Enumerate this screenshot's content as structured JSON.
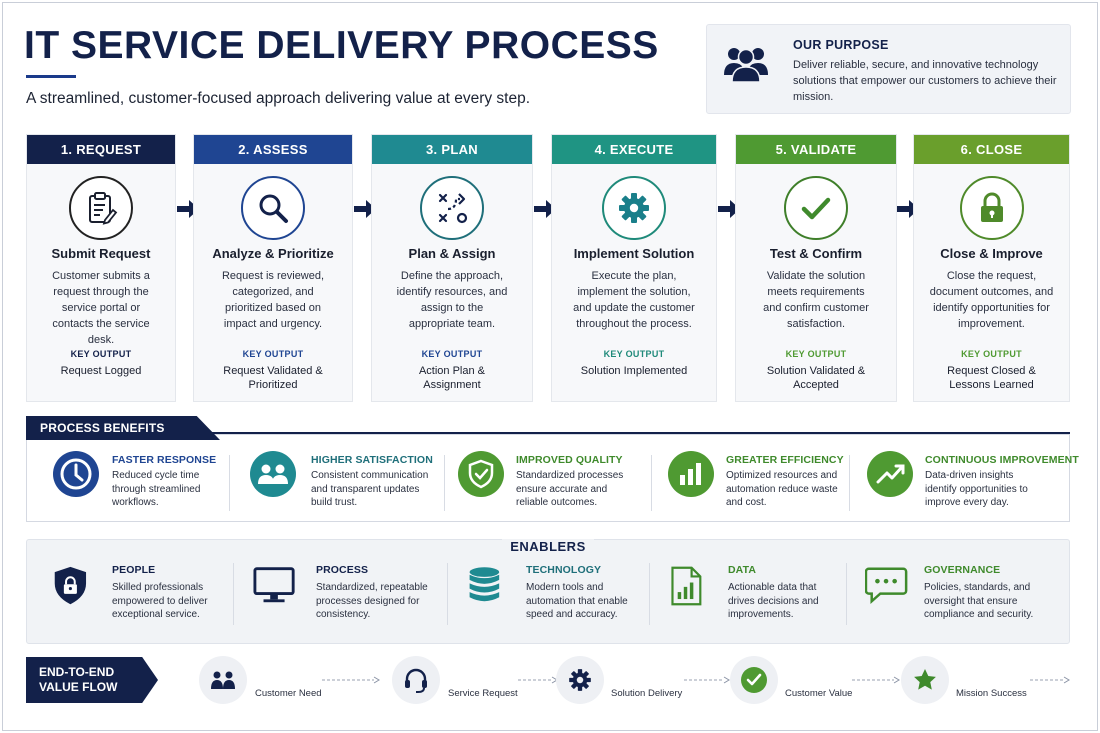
{
  "header": {
    "title": "IT SERVICE DELIVERY PROCESS",
    "subtitle": "A streamlined, customer-focused approach delivering value at every step."
  },
  "purpose": {
    "icon": "people-group-icon",
    "title": "OUR PURPOSE",
    "text": "Deliver reliable, secure, and innovative technology solutions that empower our customers to achieve their mission."
  },
  "steps": [
    {
      "header": "1. REQUEST",
      "color": "#13214a",
      "icon": "clipboard-icon",
      "title": "Submit Request",
      "desc": "Customer submits a request through the service portal or contacts the service desk.",
      "output_label": "KEY OUTPUT",
      "output": "Request Logged"
    },
    {
      "header": "2. ASSESS",
      "color": "#1f4592",
      "icon": "magnifier-icon",
      "title": "Analyze & Prioritize",
      "desc": "Request is reviewed, categorized, and prioritized based on impact and urgency.",
      "output_label": "KEY OUTPUT",
      "output": "Request Validated & Prioritized"
    },
    {
      "header": "3. PLAN",
      "color": "#1f8a91",
      "icon": "strategy-icon",
      "title": "Plan & Assign",
      "desc": "Define the approach, identify resources, and assign to the appropriate team.",
      "output_label": "KEY OUTPUT",
      "output": "Action Plan & Assignment"
    },
    {
      "header": "4. EXECUTE",
      "color": "#1f9483",
      "icon": "gear-icon",
      "title": "Implement Solution",
      "desc": "Execute the plan, implement the solution, and update the customer throughout the process.",
      "output_label": "KEY OUTPUT",
      "output": "Solution Implemented"
    },
    {
      "header": "5. VALIDATE",
      "color": "#4f9a32",
      "icon": "checkmark-icon",
      "title": "Test & Confirm",
      "desc": "Validate the solution meets requirements and confirm customer satisfaction.",
      "output_label": "KEY OUTPUT",
      "output": "Solution Validated & Accepted"
    },
    {
      "header": "6. CLOSE",
      "color": "#6a9f2c",
      "icon": "padlock-icon",
      "title": "Close & Improve",
      "desc": "Close the request, document outcomes, and identify opportunities for improvement.",
      "output_label": "KEY OUTPUT",
      "output": "Request Closed & Lessons Learned"
    }
  ],
  "benefits": {
    "label": "PROCESS BENEFITS",
    "items": [
      {
        "icon": "clock-icon",
        "color": "#1f4592",
        "title": "FASTER RESPONSE",
        "desc": "Reduced cycle time through streamlined workflows."
      },
      {
        "icon": "users-icon",
        "color": "#1f8a91",
        "title": "HIGHER SATISFACTION",
        "desc": "Consistent communication and transparent updates build trust."
      },
      {
        "icon": "shield-check-icon",
        "color": "#4f9a32",
        "title": "IMPROVED QUALITY",
        "desc": "Standardized processes ensure accurate and reliable outcomes."
      },
      {
        "icon": "bar-chart-icon",
        "color": "#4f9a32",
        "title": "GREATER EFFICIENCY",
        "desc": "Optimized resources and automation reduce waste and cost."
      },
      {
        "icon": "trend-up-icon",
        "color": "#4f9a32",
        "title": "CONTINUOUS IMPROVEMENT",
        "desc": "Data-driven insights identify opportunities to improve every day."
      }
    ]
  },
  "enablers": {
    "label": "ENABLERS",
    "items": [
      {
        "icon": "shield-lock-icon",
        "color": "#13214a",
        "title": "PEOPLE",
        "desc": "Skilled professionals empowered to deliver exceptional service."
      },
      {
        "icon": "monitor-icon",
        "color": "#13214a",
        "title": "PROCESS",
        "desc": "Standardized, repeatable processes designed for consistency."
      },
      {
        "icon": "database-icon",
        "color": "#1f8a91",
        "title": "TECHNOLOGY",
        "desc": "Modern tools and automation that enable speed and accuracy."
      },
      {
        "icon": "report-icon",
        "color": "#4f9a32",
        "title": "DATA",
        "desc": "Actionable data that drives decisions and improvements."
      },
      {
        "icon": "chat-bubble-icon",
        "color": "#4f9a32",
        "title": "GOVERNANCE",
        "desc": "Policies, standards, and oversight that ensure compliance and security."
      }
    ]
  },
  "value_flow": {
    "label_line1": "END-TO-END",
    "label_line2": "VALUE FLOW",
    "nodes": [
      {
        "icon": "customer-icon",
        "label": "Customer Need"
      },
      {
        "icon": "headset-icon",
        "label": "Service Request"
      },
      {
        "icon": "gear-icon",
        "label": "Solution Delivery"
      },
      {
        "icon": "check-circle-icon",
        "label": "Customer Value"
      },
      {
        "icon": "star-icon",
        "label": "Mission Success"
      }
    ]
  }
}
